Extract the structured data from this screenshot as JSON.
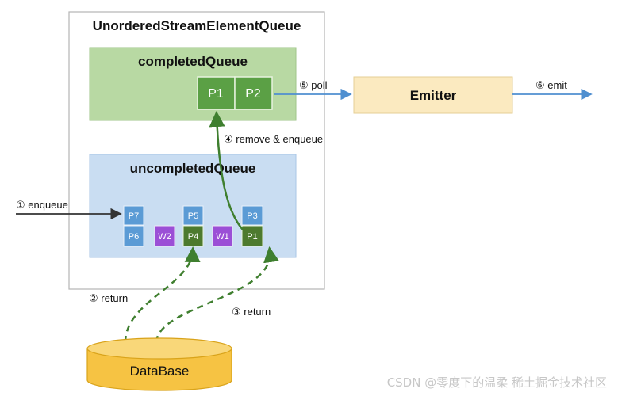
{
  "outer": {
    "title": "UnorderedStreamElementQueue"
  },
  "completed": {
    "title": "completedQueue",
    "items": [
      "P1",
      "P2"
    ]
  },
  "emitter": {
    "label": "Emitter"
  },
  "uncompleted": {
    "title": "uncompletedQueue",
    "cells": {
      "p7": "P7",
      "p6": "P6",
      "w2": "W2",
      "p5": "P5",
      "p4": "P4",
      "w1": "W1",
      "p3": "P3",
      "p1": "P1"
    }
  },
  "database": {
    "label": "DataBase"
  },
  "steps": {
    "enqueue": "① enqueue",
    "return2": "② return",
    "return3": "③ return",
    "remove": "④ remove & enqueue",
    "poll": "⑤ poll",
    "emit": "⑥ emit"
  },
  "watermark": "CSDN @零度下的温柔 稀土掘金技术社区",
  "colors": {
    "green_box": "#b8d9a3",
    "green_cell": "#5ba045",
    "blue_box": "#c9ddf2",
    "blue_cell": "#5b9bd5",
    "dark_green_cell": "#4d7a2e",
    "purple_cell": "#9b4fd6",
    "emitter": "#fbeac0",
    "database": "#f6c343",
    "arrow_blue": "#4f8fd0",
    "arrow_green": "#3f7f2f"
  }
}
